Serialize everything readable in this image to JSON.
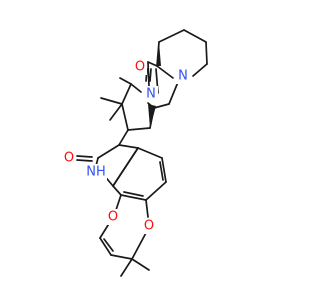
{
  "molecule": {
    "atoms": {
      "o_lactam_top": {
        "label": "O",
        "color": "#ff0d0d"
      },
      "n_ring_right": {
        "label": "N",
        "color": "#3050f8"
      },
      "n_amide_mid": {
        "label": "N",
        "color": "#3050f8"
      },
      "o_oxindole": {
        "label": "O",
        "color": "#ff0d0d"
      },
      "nh_oxindole": {
        "label": "NH",
        "color": "#3050f8"
      },
      "o_ether_left": {
        "label": "O",
        "color": "#ff0d0d"
      },
      "o_ether_right": {
        "label": "O",
        "color": "#ff0d0d"
      }
    },
    "bond_color": "#1a1a1a"
  }
}
